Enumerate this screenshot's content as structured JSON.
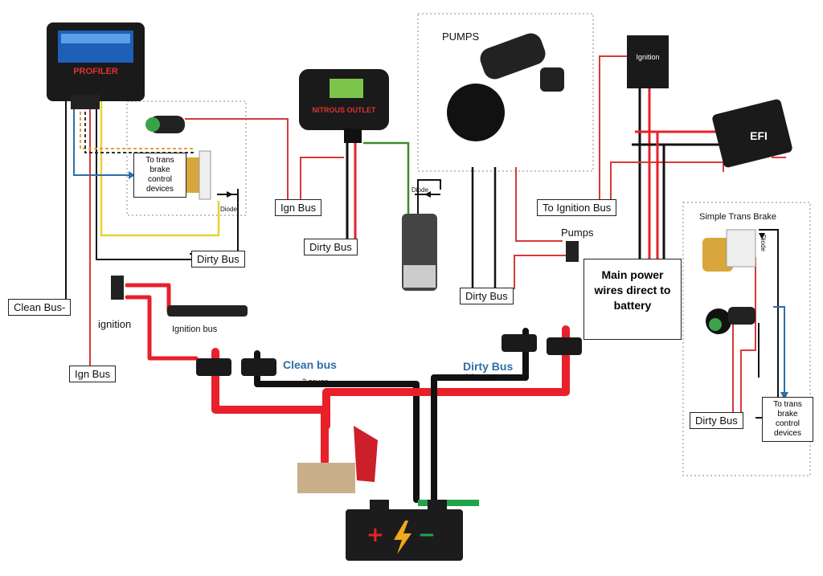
{
  "labels": {
    "clean_bus_minus": "Clean Bus-",
    "ign_bus_left": "Ign Bus",
    "ign_bus_mid": "Ign Bus",
    "dirty_bus_left": "Dirty Bus",
    "dirty_bus_center": "Dirty Bus",
    "dirty_bus_pumps": "Dirty Bus",
    "dirty_bus_right": "Dirty Bus",
    "to_ignition_bus": "To Ignition Bus",
    "pumps_title": "PUMPS",
    "pumps_switch": "Pumps",
    "ignition_switch": "ignition",
    "ignition_bus": "Ignition bus",
    "clean_bus": "Clean bus",
    "clean_gauge": "2 gauge",
    "dirty_bus": "Dirty Bus",
    "dirty_gauge": "0/0 gauge",
    "diode_left": "Diode",
    "diode_center": "Diode",
    "diode_right": "Diode",
    "to_trans_left": [
      "To trans",
      "brake",
      "control",
      "devices"
    ],
    "to_trans_right": [
      "To trans",
      "brake",
      "control",
      "devices"
    ],
    "main_power": [
      "Main power",
      "wires direct to",
      "battery"
    ],
    "simple_trans_brake": "Simple Trans Brake",
    "ignition_box": "Ignition",
    "efi_box": "EFI",
    "profiler_logo": "PROFILER",
    "nitrous_logo": "NITROUS OUTLET"
  },
  "colors": {
    "power_red": "#e8202a",
    "ground_black": "#111111",
    "signal_blue": "#2f6ea6",
    "trigger_yellow": "#e6d33a",
    "nos_green": "#3d8a2b",
    "thin_red": "#d63a3a"
  }
}
